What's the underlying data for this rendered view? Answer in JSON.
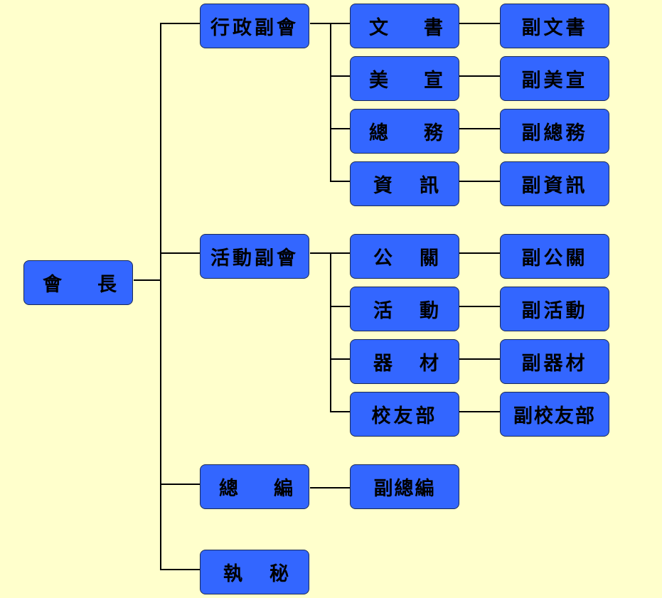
{
  "diagram": {
    "type": "org-chart",
    "root": {
      "label": "會長",
      "chars": [
        "會",
        "長"
      ]
    },
    "branches": [
      {
        "label": "行政副會",
        "children": [
          {
            "label": "文書",
            "chars": [
              "文",
              "書"
            ],
            "deputy": "副文書"
          },
          {
            "label": "美宣",
            "chars": [
              "美",
              "宣"
            ],
            "deputy": "副美宣"
          },
          {
            "label": "總務",
            "chars": [
              "總",
              "務"
            ],
            "deputy": "副總務"
          },
          {
            "label": "資訊",
            "chars": [
              "資",
              "訊"
            ],
            "deputy": "副資訊"
          }
        ]
      },
      {
        "label": "活動副會",
        "children": [
          {
            "label": "公關",
            "chars": [
              "公",
              "關"
            ],
            "deputy": "副公關"
          },
          {
            "label": "活動",
            "chars": [
              "活",
              "動"
            ],
            "deputy": "副活動"
          },
          {
            "label": "器材",
            "chars": [
              "器",
              "材"
            ],
            "deputy": "副器材"
          },
          {
            "label": "校友部",
            "deputy": "副校友部"
          }
        ]
      },
      {
        "label": "總編",
        "chars": [
          "總",
          "編"
        ],
        "deputy": "副總編"
      },
      {
        "label": "執秘",
        "chars": [
          "執",
          "秘"
        ]
      }
    ]
  },
  "colors": {
    "background": "#ffffcc",
    "box_fill": "#3366ff",
    "box_border": "#1a2a55",
    "line": "#000000",
    "text": "#000000"
  }
}
